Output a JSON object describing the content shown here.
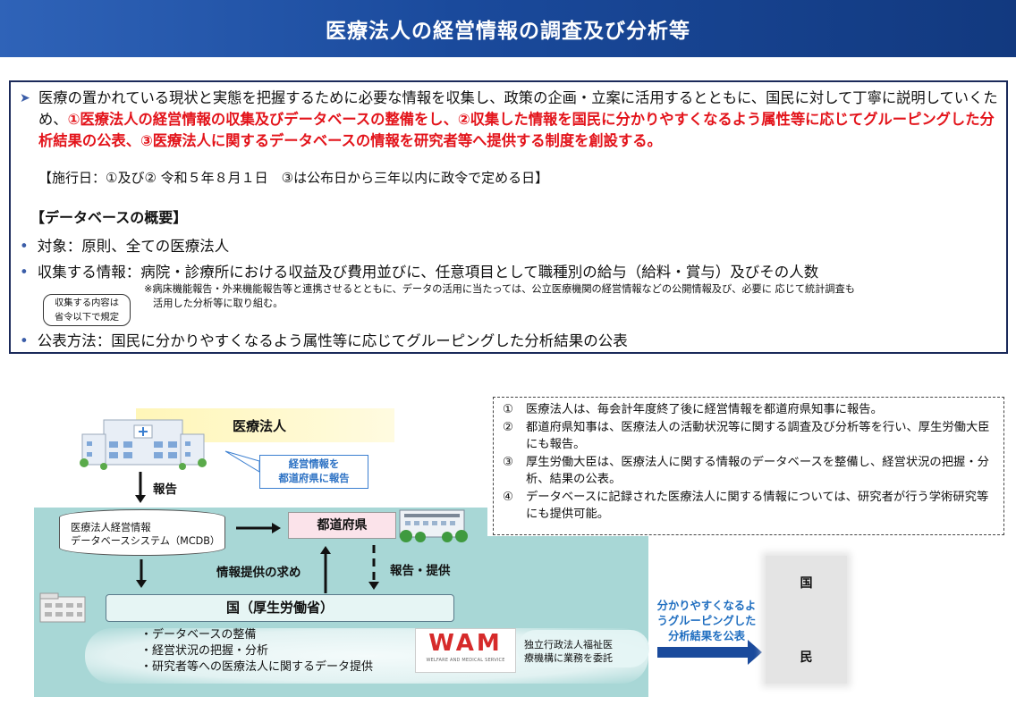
{
  "title": "医療法人の経営情報の調査及び分析等",
  "summary": {
    "purpose_normal": "医療の置かれている現状と実態を把握するために必要な情報を収集し、政策の企画・立案に活用するとともに、国民に対して丁寧に説明していくため、",
    "purpose_red": "①医療法人の経営情報の収集及びデータベースの整備をし、②収集した情報を国民に分かりやすくなるよう属性等に応じてグルーピングした分析結果の公表、③医療法人に関するデータベースの情報を研究者等へ提供する制度を創設する。",
    "effective_date": "【施行日：①及び② 令和５年８月１日　③は公布日から三年以内に政令で定める日】",
    "db_heading": "【データベースの概要】",
    "items": [
      "対象：原則、全ての医療法人",
      "収集する情報：病院・診療所における収益及び費用並びに、任意項目として職種別の給与（給料・賞与）及びその人数",
      "公表方法：国民に分かりやすくなるよう属性等に応じてグルーピングした分析結果の公表"
    ],
    "note_line1": "※病床機能報告・外来機能報告等と連携させるとともに、データの活用に当たっては、公立医療機関の経営情報などの公開情報及び、必要に 応じて統計調査も",
    "note_line2": "活用した分析等に取り組む。",
    "bracket_note_line1": "収集する内容は",
    "bracket_note_line2": "省令以下で規定"
  },
  "steps": [
    {
      "num": "①",
      "text": "医療法人は、毎会計年度終了後に経営情報を都道府県知事に報告。"
    },
    {
      "num": "②",
      "text": "都道府県知事は、医療法人の活動状況等に関する調査及び分析等を行い、厚生労働大臣にも報告。"
    },
    {
      "num": "③",
      "text": "厚生労働大臣は、医療法人に関する情報のデータベースを整備し、経営状況の把握・分析、結果の公表。"
    },
    {
      "num": "④",
      "text": "データベースに記録された医療法人に関する情報については、研究者が行う学術研究等にも提供可能。"
    }
  ],
  "diagram": {
    "corp_label": "医療法人",
    "callout_line1": "経営情報を",
    "callout_line2": "都道府県に報告",
    "report_label": "報告",
    "db_line1": "医療法人経営情報",
    "db_line2": "データベースシステム（MCDB）",
    "prefecture": "都道府県",
    "info_request": "情報提供の求め",
    "report_provide": "報告・提供",
    "nation": "国（厚生労働省）",
    "tasks": [
      "・データベースの整備",
      "・経営状況の把握・分析",
      "・研究者等への医療法人に関するデータ提供"
    ],
    "wam_logo": "WAM",
    "wam_sub": "WELFARE AND MEDICAL SERVICE",
    "wam_label_line1": "独立行政法人福祉医",
    "wam_label_line2": "療機構に業務を委託",
    "publish_line1": "分かりやすくなるよ",
    "publish_line2": "うグルーピングした",
    "publish_line3": "分析結果を公表",
    "people_1": "国",
    "people_2": "民"
  },
  "colors": {
    "title_bar": "#1a4a9c",
    "emphasis_red": "#e3141b",
    "teal": "#a8d7d6",
    "prefecture_fill": "#fbe3ea",
    "publish_blue": "#1f6ec0"
  },
  "icons": [
    "hospital-icon",
    "prefecture-office-icon",
    "clinic-building-icon",
    "database-icon"
  ]
}
